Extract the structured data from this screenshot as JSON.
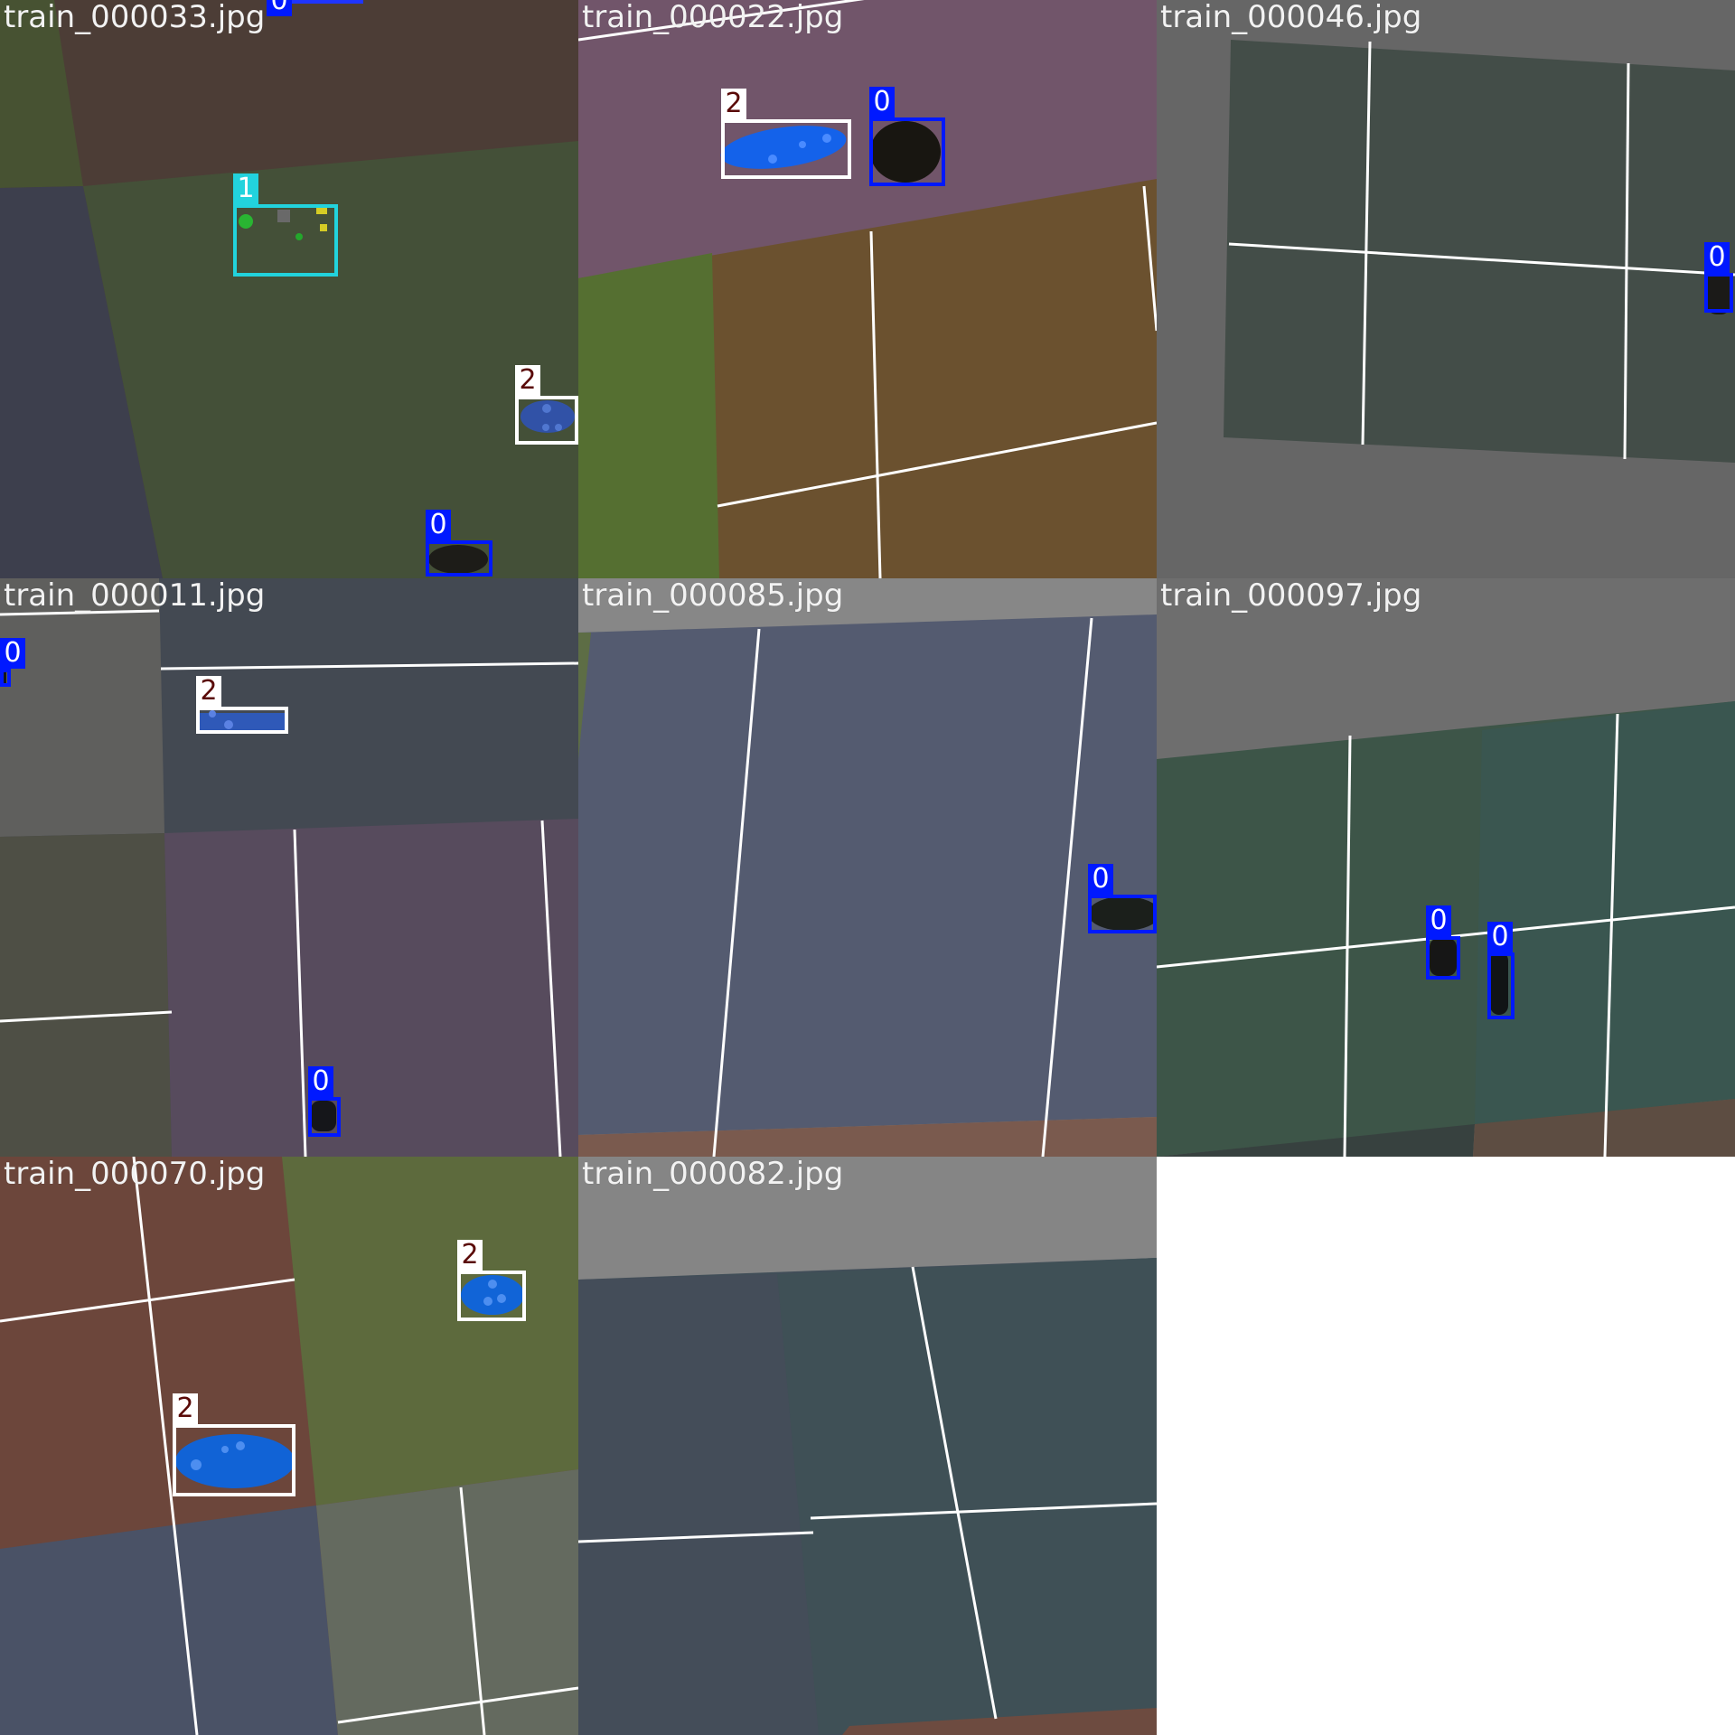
{
  "tiles": [
    {
      "filename": "train_000033.jpg"
    },
    {
      "filename": "train_000022.jpg"
    },
    {
      "filename": "train_000046.jpg"
    },
    {
      "filename": "train_000011.jpg"
    },
    {
      "filename": "train_000085.jpg"
    },
    {
      "filename": "train_000097.jpg"
    },
    {
      "filename": "train_000070.jpg"
    },
    {
      "filename": "train_000082.jpg"
    }
  ],
  "labels": {
    "class_0": "0",
    "class_1": "1",
    "class_2": "2"
  },
  "colors": {
    "class_0_box": "#0019ff",
    "class_1_box": "#22d3dd",
    "class_2_box": "#ffffff",
    "class_2_label_text": "#5a0a08"
  }
}
